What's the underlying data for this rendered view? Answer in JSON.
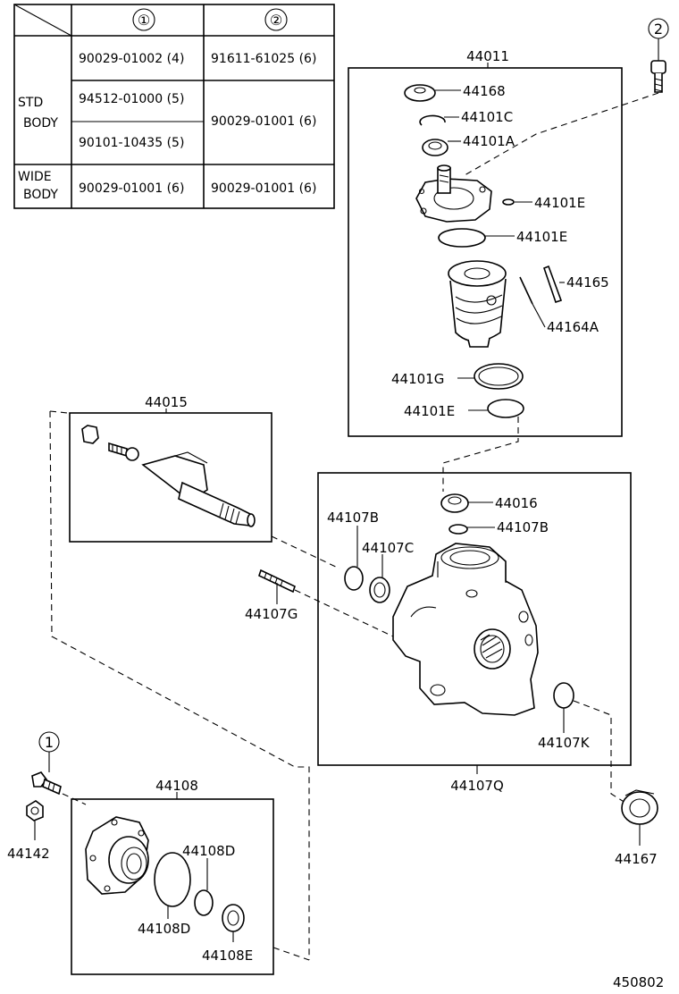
{
  "table": {
    "col1_head": "①",
    "col2_head": "②",
    "std_label_1": "STD",
    "std_label_2": "BODY",
    "wide_label_1": "WIDE",
    "wide_label_2": "BODY",
    "std_r1_c1": "90029-01002 (4)",
    "std_r1_c2": "91611-61025 (6)",
    "std_r2_c1": "94512-01000 (5)",
    "std_r23_c2": "90029-01001 (6)",
    "std_r3_c1": "90101-10435 (5)",
    "wide_c1": "90029-01001 (6)",
    "wide_c2": "90029-01001 (6)"
  },
  "callouts": {
    "ref1": "1",
    "ref2": "2",
    "ref1_top": "1",
    "ref2_top": "2"
  },
  "parts": {
    "p44011": "44011",
    "p44168": "44168",
    "p44101C": "44101C",
    "p44101A": "44101A",
    "p44101E_a": "44101E",
    "p44101E_b": "44101E",
    "p44165": "44165",
    "p44164A": "44164A",
    "p44101G": "44101G",
    "p44101E_c": "44101E",
    "p44015": "44015",
    "p44016": "44016",
    "p44107B_a": "44107B",
    "p44107B_b": "44107B",
    "p44107C": "44107C",
    "p44107G": "44107G",
    "p44107K": "44107K",
    "p44107Q": "44107Q",
    "p44108": "44108",
    "p44142": "44142",
    "p44108D_a": "44108D",
    "p44108D_b": "44108D",
    "p44108E": "44108E",
    "p44167": "44167"
  },
  "diagram_id": "450802"
}
